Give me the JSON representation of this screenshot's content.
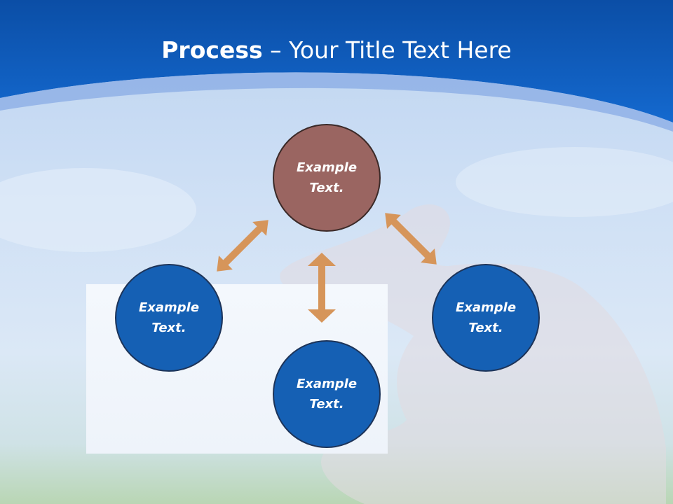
{
  "title": {
    "bold": "Process",
    "dash": " – ",
    "rest": "Your Title Text Here"
  },
  "nodes": [
    {
      "id": "top",
      "line1": "Example",
      "line2": "Text.",
      "color": "#9a6561"
    },
    {
      "id": "left",
      "line1": "Example",
      "line2": "Text.",
      "color": "#1560b4"
    },
    {
      "id": "right",
      "line1": "Example",
      "line2": "Text.",
      "color": "#1560b4"
    },
    {
      "id": "bottom",
      "line1": "Example",
      "line2": "Text.",
      "color": "#1560b4"
    }
  ],
  "colors": {
    "header": "#0f5bbf",
    "arrow": "#d6955a",
    "node_blue": "#1560b4",
    "node_brown": "#9a6561"
  }
}
